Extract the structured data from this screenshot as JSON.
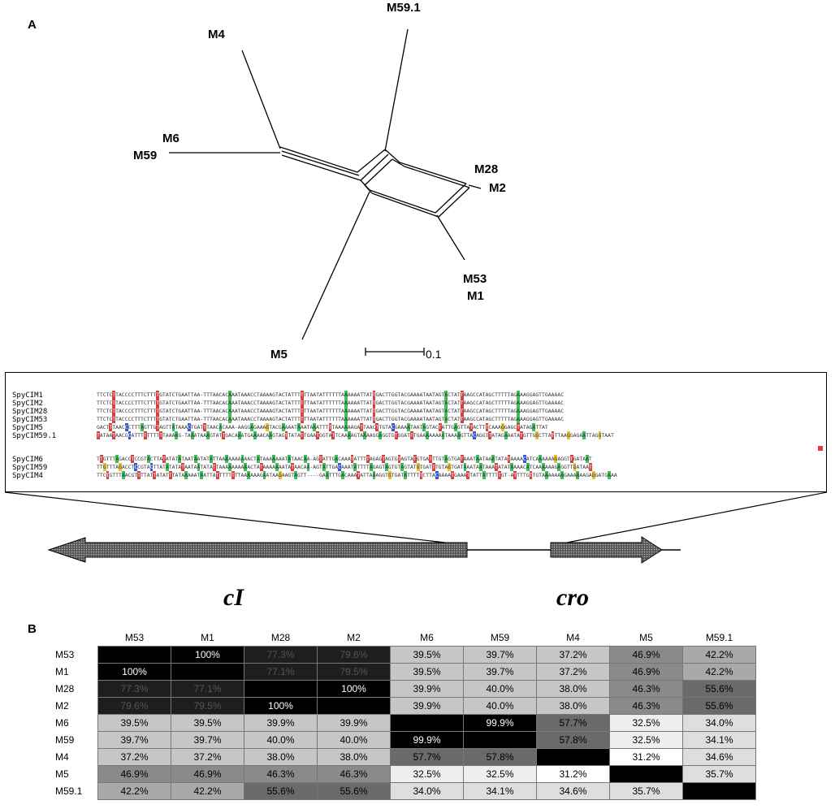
{
  "panels": {
    "a": "A",
    "b": "B"
  },
  "tree": {
    "labels": [
      "M59.1",
      "M4",
      "M6",
      "M59",
      "M28",
      "M2",
      "M53",
      "M1",
      "M5"
    ],
    "scale": "0.1"
  },
  "alignment": {
    "group1": [
      {
        "name": "SpyCIM1",
        "seq": "TTCTCTTACCCCTTTCTTTTGTATCTGAATTAA-TTTAACACAAATAAACCTAAAAGTACTATTTTTTAATATTTTTTAAAAAATTATTGACTTGGTACGAAAATAATAGTACTATTAAGCCATAGCTTTTTAGAAAGGAGTTGAAAAC"
      },
      {
        "name": "SpyCIM2",
        "seq": "TTCTCTTACCCCTTTCTTTTGTATCTGAATTAA-TTTAACACAAATAAACCTAAAAGTACTATTTTTTAATATTTTTTAAAAAATTATTGACTTGGTACGAAAATAATAGTACTATTAAGCCATAGCTTTTTAGAAAGGAGTTGAAAAC"
      },
      {
        "name": "SpyCIM28",
        "seq": "TTCTCTTACCCCTTTCTTTTGTATCTGAATTAA-TTTAACACAAATAAACCTAAAAGTACTATTTTTTAATATTTTTTAAAAAATTATTGACTTGGTACGAAAATAATAGTACTATTAAGCCATAGCTTTTTAGAAAGGAGTTGAAAAC"
      },
      {
        "name": "SpyCIM53",
        "seq": "TTCTCTTACCCCTTTCTTTTGTATCTGAATTAA-TTTAACACAAATAAACCTAAAAGTACTATTTTTTAATATTTTTTAAAAAATTATTGACTTGGTACGAAAATAATAGTACTATTAAGCCATAGCTTTTTAGAAAGGAGTTGAAAAC"
      },
      {
        "name": "SpyCIM5",
        "seq": "GACTTTAACCCTTTAGTTGTAGTTATAAACTGATTTAACACAAA-AAGGAGAAAGTACGAAAATAAATAAATTTTTAAAAAAGATTAACTTGTACGAAAATAATAGTACTATTGAGTTATACTTTCAAAGGAGCTATAGATTAT"
      },
      {
        "name": "SpyCIM59.1",
        "seq": "TATAATAACGCATTTTTTTTTTAAAAG-TAAATAAAGTATTGACAAATGAAAACAAGTAGTTATATTGAATGGTATTCAAAAGTAAAAGGAGGTGTGGATTTGAAAAAAAATAAAAGTTACAGGTTATAGAAATATGTTGGCTTATTTAAGGAGAATTAGGTAAT"
      }
    ],
    "group2": [
      {
        "name": "SpyCIM6",
        "seq": "TTGTTTAGACCTCCGTACTTATATATATAATAATATATTAAAAAAAAAACTATAAAAAAATATAACAA-AGTATTGACAAATATTTTAGAGTAGTGTAGTATGTGATTTGTAGTGATAAATAATAAATATATAAAACATCAAAAAAGAGGTTGATAAT"
      },
      {
        "name": "SpyCIM59",
        "seq": "TTGTTTAGACCTCCGTACTTATATATATAATAATATATTAAAAAAAAAACTATAAAAAAATATAACAA-AGTATTGACAAATATTTTAGAGTAGTGTAGTATGTGATTTGTAGTGATAAATAATAAATATATAAAACATCAAAAAAGAGGTTGATAAT"
      },
      {
        "name": "SpyCIM4",
        "seq": "TTCTGTTTAACGTTTTATTATATTTATAAAAATAATTATTTTTTTTAAAAAAGAATAAGAAGTAGTT----GAATTTGACAAATATTAAAGGTGTGATATTTTTCTTACAAAATGAAATTATTATTTTTGT-ATTTTGTTGTAAAAAAAGAAAAAAGAGGATGAAA"
      }
    ]
  },
  "genes": {
    "left": "cI",
    "right": "cro"
  },
  "matrix": {
    "headers": [
      "M53",
      "M1",
      "M28",
      "M2",
      "M6",
      "M59",
      "M4",
      "M5",
      "M59.1"
    ],
    "rows": [
      {
        "label": "M53",
        "cells": [
          "",
          "100%",
          "77.3%",
          "79.6%",
          "39.5%",
          "39.7%",
          "37.2%",
          "46.9%",
          "42.2%"
        ]
      },
      {
        "label": "M1",
        "cells": [
          "100%",
          "",
          "77.1%",
          "79.5%",
          "39.5%",
          "39.7%",
          "37.2%",
          "46.9%",
          "42.2%"
        ]
      },
      {
        "label": "M28",
        "cells": [
          "77.3%",
          "77.1%",
          "",
          "100%",
          "39.9%",
          "40.0%",
          "38.0%",
          "46.3%",
          "55.6%"
        ]
      },
      {
        "label": "M2",
        "cells": [
          "79.6%",
          "79.5%",
          "100%",
          "",
          "39.9%",
          "40.0%",
          "38.0%",
          "46.3%",
          "55.6%"
        ]
      },
      {
        "label": "M6",
        "cells": [
          "39.5%",
          "39.5%",
          "39.9%",
          "39.9%",
          "",
          "99.9%",
          "57.7%",
          "32.5%",
          "34.0%"
        ]
      },
      {
        "label": "M59",
        "cells": [
          "39.7%",
          "39.7%",
          "40.0%",
          "40.0%",
          "99.9%",
          "",
          "57.8%",
          "32.5%",
          "34.1%"
        ]
      },
      {
        "label": "M4",
        "cells": [
          "37.2%",
          "37.2%",
          "38.0%",
          "38.0%",
          "57.7%",
          "57.8%",
          "",
          "31.2%",
          "34.6%"
        ]
      },
      {
        "label": "M5",
        "cells": [
          "46.9%",
          "46.9%",
          "46.3%",
          "46.3%",
          "32.5%",
          "32.5%",
          "31.2%",
          "",
          "35.7%"
        ]
      },
      {
        "label": "M59.1",
        "cells": [
          "42.2%",
          "42.2%",
          "55.6%",
          "55.6%",
          "34.0%",
          "34.1%",
          "34.6%",
          "35.7%",
          ""
        ]
      }
    ]
  }
}
